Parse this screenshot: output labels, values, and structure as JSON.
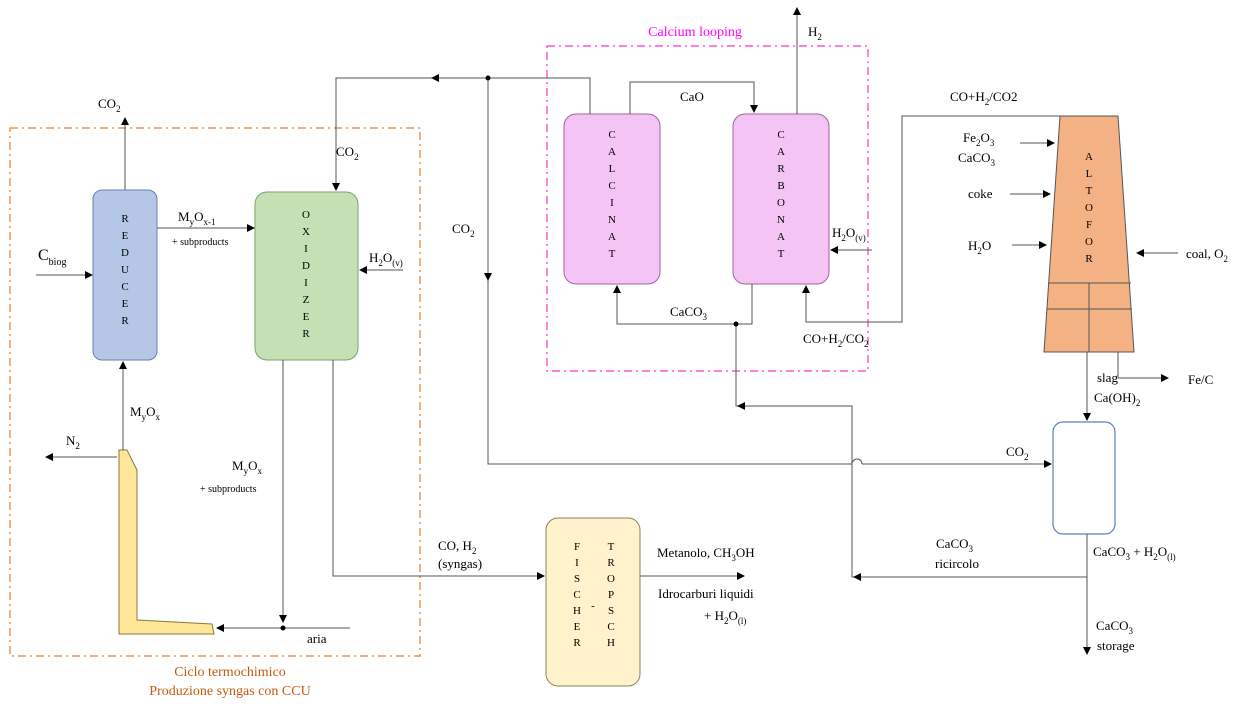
{
  "groups": {
    "ccu": {
      "title_line1": "Ciclo termochimico",
      "title_line2": "Produzione syngas con CCU"
    },
    "calcium": {
      "title": "Calcium looping"
    }
  },
  "units": {
    "reducer": "REDUCER",
    "oxidizer": "OXIDIZER",
    "calcinat": "CALCINAT",
    "carbonat": "CARBONAT",
    "altofor": "ALTOFOR",
    "fischer": "FISCHER",
    "tropsch": "TROPSCH"
  },
  "labels": {
    "co2_reducer_top": "CO₂",
    "c_biog": "C_biog",
    "myoxm1": "MyOx-1",
    "subproducts1": "+ subproducts",
    "co2_oxidizer": "CO₂",
    "h2o_v_oxidizer": "H₂O(v)",
    "myox_return": "MyOx",
    "n2": "N₂",
    "myox_out": "MyOx",
    "subproducts2": "+ subproducts",
    "aria": "aria",
    "co2_mid": "CO₂",
    "cao": "CaO",
    "h2_top": "H₂",
    "caco3_loop": "CaCO₃",
    "h2o_v_carbonat": "H₂O(v)",
    "co_h2_co2_in": "CO+H₂/CO₂",
    "co_h2_co2_top": "CO+H₂/CO2",
    "fe2o3": "Fe₂O₃",
    "caco3_feed": "CaCO₃",
    "coke": "coke",
    "h2o_af": "H₂O",
    "coal_o2": "coal, O₂",
    "fe_c": "Fe/C",
    "slag": "slag",
    "caoh2": "Ca(OH)₂",
    "co2_tank": "CO₂",
    "caco3_h2o": "CaCO₃ + H₂O(l)",
    "caco3_ricircolo_1": "CaCO₃",
    "caco3_ricircolo_2": "ricircolo",
    "caco3_storage_1": "CaCO₃",
    "caco3_storage_2": "storage",
    "co_h2": "CO, H₂",
    "syngas": "(syngas)",
    "metanolo": "Metanolo, CH₃OH",
    "idrocarburi": "Idrocarburi liquidi",
    "h2o_l_ft": "+ H₂O(l)"
  },
  "colors": {
    "reducer": "#b4c7e7",
    "oxidizer": "#c5e0b4",
    "calcium": "#f4c4f4",
    "altofor": "#f4b183",
    "fischer": "#fff2cc",
    "tank": "#ffffff",
    "ccu_border": "#ed7d31",
    "calcium_border": "#ff33cc",
    "loop_solid": "#ffe699",
    "group_title_ccu": "#c55a11",
    "group_title_cal": "#ff00ff"
  }
}
